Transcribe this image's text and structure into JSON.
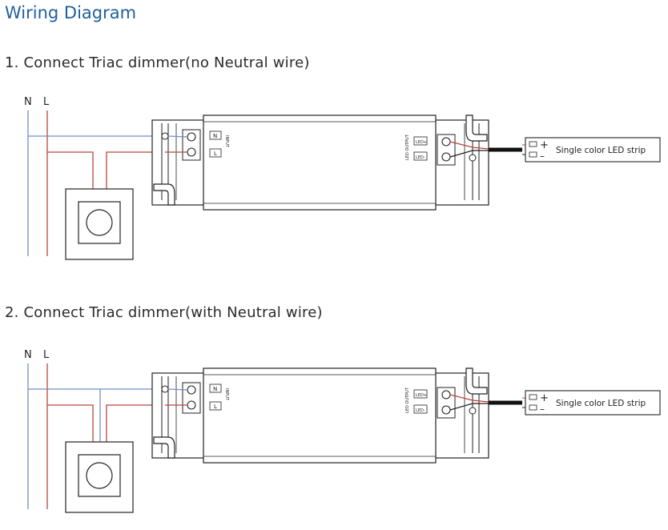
{
  "title": "Wiring Diagram",
  "steps": [
    {
      "label": "1. Connect Triac dimmer(no Neutral wire)"
    },
    {
      "label": "2. Connect Triac dimmer(with Neutral wire)"
    }
  ],
  "mains": {
    "neutral": "N",
    "live": "L"
  },
  "driver": {
    "input_terminals": [
      "N",
      "L"
    ],
    "output_terminals": [
      "LED+",
      "LED-"
    ],
    "input_text": "INPUT",
    "output_text": "LED OUTPUT"
  },
  "strip": {
    "label": "Single color LED strip",
    "plus": "+",
    "minus": "–"
  },
  "colors": {
    "title": "#1f5f9e",
    "neutral_wire": "#6f8fc8",
    "live_wire": "#b8463c",
    "outline": "#222222"
  }
}
